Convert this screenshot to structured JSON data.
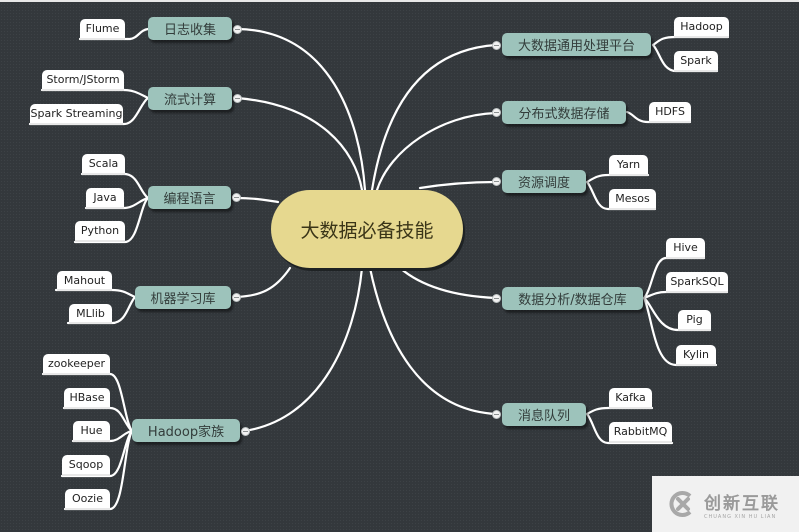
{
  "root": {
    "label": "大数据必备技能"
  },
  "left_branches": [
    {
      "label": "日志收集",
      "children": [
        "Flume"
      ]
    },
    {
      "label": "流式计算",
      "children": [
        "Storm/JStorm",
        "Spark Streaming"
      ]
    },
    {
      "label": "编程语言",
      "children": [
        "Scala",
        "Java",
        "Python"
      ]
    },
    {
      "label": "机器学习库",
      "children": [
        "Mahout",
        "MLlib"
      ]
    },
    {
      "label": "Hadoop家族",
      "children": [
        "zookeeper",
        "HBase",
        "Hue",
        "Sqoop",
        "Oozie"
      ]
    }
  ],
  "right_branches": [
    {
      "label": "大数据通用处理平台",
      "children": [
        "Hadoop",
        "Spark"
      ]
    },
    {
      "label": "分布式数据存储",
      "children": [
        "HDFS"
      ]
    },
    {
      "label": "资源调度",
      "children": [
        "Yarn",
        "Mesos"
      ]
    },
    {
      "label": "数据分析/数据仓库",
      "children": [
        "Hive",
        "SparkSQL",
        "Pig",
        "Kylin"
      ]
    },
    {
      "label": "消息队列",
      "children": [
        "Kafka",
        "RabbitMQ"
      ]
    }
  ],
  "watermark": {
    "cn": "创新互联",
    "en": "CHUANG XIN HU LIAN"
  },
  "colors": {
    "background": "#33383c",
    "root_fill": "#e6d88f",
    "topic_fill": "#9dc3bb",
    "leaf_fill": "#ffffff",
    "edge": "#ffffff"
  }
}
